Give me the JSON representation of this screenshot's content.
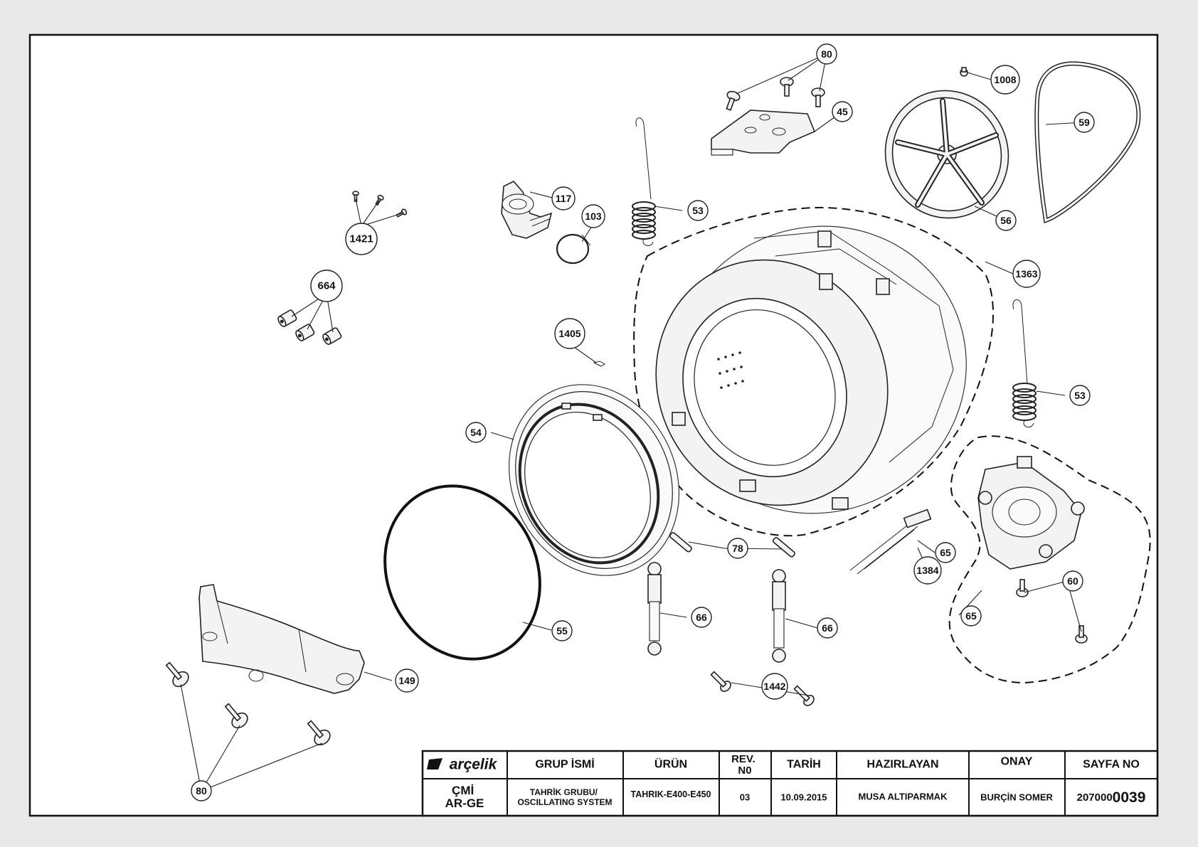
{
  "callouts": [
    {
      "id": "c80a",
      "label": "80"
    },
    {
      "id": "c45",
      "label": "45"
    },
    {
      "id": "c1008",
      "label": "1008"
    },
    {
      "id": "c59",
      "label": "59"
    },
    {
      "id": "c56",
      "label": "56"
    },
    {
      "id": "c117",
      "label": "117"
    },
    {
      "id": "c103",
      "label": "103"
    },
    {
      "id": "c53a",
      "label": "53"
    },
    {
      "id": "c1421",
      "label": "1421"
    },
    {
      "id": "c664",
      "label": "664"
    },
    {
      "id": "c1363",
      "label": "1363"
    },
    {
      "id": "c1405",
      "label": "1405"
    },
    {
      "id": "c53b",
      "label": "53"
    },
    {
      "id": "c54",
      "label": "54"
    },
    {
      "id": "c78",
      "label": "78"
    },
    {
      "id": "c65a",
      "label": "65"
    },
    {
      "id": "c1384",
      "label": "1384"
    },
    {
      "id": "c60",
      "label": "60"
    },
    {
      "id": "c65b",
      "label": "65"
    },
    {
      "id": "c66a",
      "label": "66"
    },
    {
      "id": "c66b",
      "label": "66"
    },
    {
      "id": "c55",
      "label": "55"
    },
    {
      "id": "c149",
      "label": "149"
    },
    {
      "id": "c1442",
      "label": "1442"
    },
    {
      "id": "c80b",
      "label": "80"
    }
  ],
  "title_block": {
    "brand": "arçelik",
    "dept": "ÇMİ\nAR-GE",
    "headers": {
      "group_name": "GRUP İSMİ",
      "product": "ÜRÜN",
      "rev_no": "REV.\nN0",
      "date": "TARİH",
      "prepared_by": "HAZIRLAYAN",
      "approval": "ONAY",
      "page_no": "SAYFA NO"
    },
    "values": {
      "group_name": "TAHRİK GRUBU/\nOSCILLATING SYSTEM",
      "product": "TAHRIK-E400-E450",
      "rev_no": "03",
      "date": "10.09.2015",
      "prepared_by": "MUSA ALTIPARMAK",
      "approval": "BURÇİN SOMER",
      "page_no_prefix": "207000",
      "page_no_suffix": "0039"
    }
  }
}
